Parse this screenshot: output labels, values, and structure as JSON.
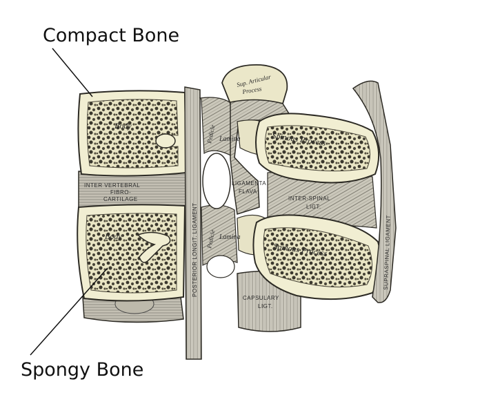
{
  "callouts": {
    "compact_bone": "Compact Bone",
    "spongy_bone": "Spongy Bone"
  },
  "illustration": {
    "body_upper": "Body",
    "body_lower": "Body",
    "intervertebral": "INTER VERTEBRAL",
    "fibro": "FIBRO-",
    "cartilage": "CARTILAGE",
    "posterior_longit_ligament": "POSTERIOR LONGIT. LIGAMENT",
    "pedicle_upper": "Pedicle",
    "pedicle_lower": "Pedicle",
    "lamina_upper": "Lamina",
    "lamina_lower": "Lamina",
    "sup_articular": "Sup. Articular",
    "process": "Process",
    "spinous_process_upper": "Spinous Process",
    "spinous_process_lower": "Spinous Process",
    "ligamenta": "LIGAMENTA",
    "flava": "FLAVA",
    "interspinal": "INTER-SPINAL",
    "ligt_interspinal": "LIGT.",
    "supraspinal_ligament": "SUPRASPINAL LIGAMENT",
    "capsulary": "CAPSULARY",
    "ligt_capsulary": "LIGT."
  },
  "colors": {
    "cortex": "#f1eed2",
    "spongy": "#6e6a58",
    "ligament": "#b9b6aa",
    "outline": "#2c2a24"
  }
}
